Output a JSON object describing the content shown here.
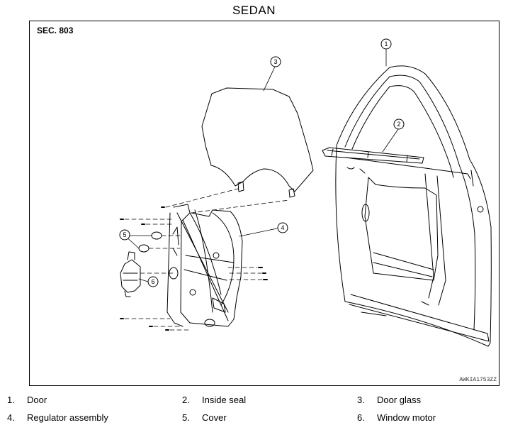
{
  "title": "SEDAN",
  "section": "SEC. 803",
  "figure_code": "AWKIA1753ZZ",
  "callouts": [
    "1",
    "2",
    "3",
    "4",
    "5",
    "6"
  ],
  "legend": [
    {
      "num": "1.",
      "text": "Door"
    },
    {
      "num": "2.",
      "text": "Inside seal"
    },
    {
      "num": "3.",
      "text": "Door glass"
    },
    {
      "num": "4.",
      "text": "Regulator assembly"
    },
    {
      "num": "5.",
      "text": "Cover"
    },
    {
      "num": "6.",
      "text": "Window motor"
    }
  ]
}
